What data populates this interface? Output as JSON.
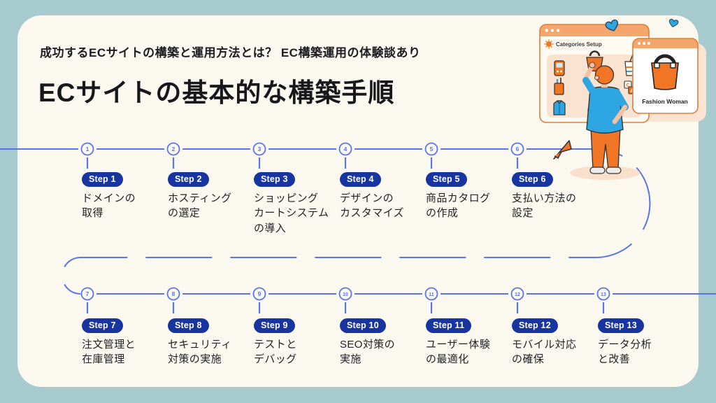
{
  "header": {
    "subtitle": "成功するECサイトの構築と運用方法とは？ EC構築運用の体験談あり",
    "title": "ECサイトの基本的な構築手順"
  },
  "colors": {
    "background": "#A7CACF",
    "card": "#FBF9EF",
    "line_blue": "#5B74E8",
    "badge_navy": "#18349F",
    "text_dark": "#212226",
    "orange": "#F07524",
    "peach_bar": "#F4A76C",
    "panel_peach": "#FAE3D0",
    "sky_blue": "#2EA6E2"
  },
  "timeline": {
    "rows": [
      {
        "steps": [
          {
            "num": "1",
            "badge": "Step 1",
            "label": "ドメインの\n取得"
          },
          {
            "num": "2",
            "badge": "Step 2",
            "label": "ホスティング\nの選定"
          },
          {
            "num": "3",
            "badge": "Step 3",
            "label": "ショッピング\nカートシステム\nの導入"
          },
          {
            "num": "4",
            "badge": "Step 4",
            "label": "デザインの\nカスタマイズ"
          },
          {
            "num": "5",
            "badge": "Step 5",
            "label": "商品カタログ\nの作成"
          },
          {
            "num": "6",
            "badge": "Step 6",
            "label": "支払い方法の\n設定"
          }
        ]
      },
      {
        "steps": [
          {
            "num": "7",
            "badge": "Step 7",
            "label": "注文管理と\n在庫管理"
          },
          {
            "num": "8",
            "badge": "Step 8",
            "label": "セキュリティ\n対策の実施"
          },
          {
            "num": "9",
            "badge": "Step 9",
            "label": "テストと\nデバッグ"
          },
          {
            "num": "10",
            "badge": "Step 10",
            "label": "SEO対策の\n実施"
          },
          {
            "num": "11",
            "badge": "Step 11",
            "label": "ユーザー体験\nの最適化"
          },
          {
            "num": "12",
            "badge": "Step 12",
            "label": "モバイル対応\nの確保"
          },
          {
            "num": "13",
            "badge": "Step 13",
            "label": "データ分析\nと改善"
          }
        ]
      }
    ]
  },
  "illustration": {
    "window1_title": "Categories Setup",
    "window2_label": "Fashion Woman"
  }
}
